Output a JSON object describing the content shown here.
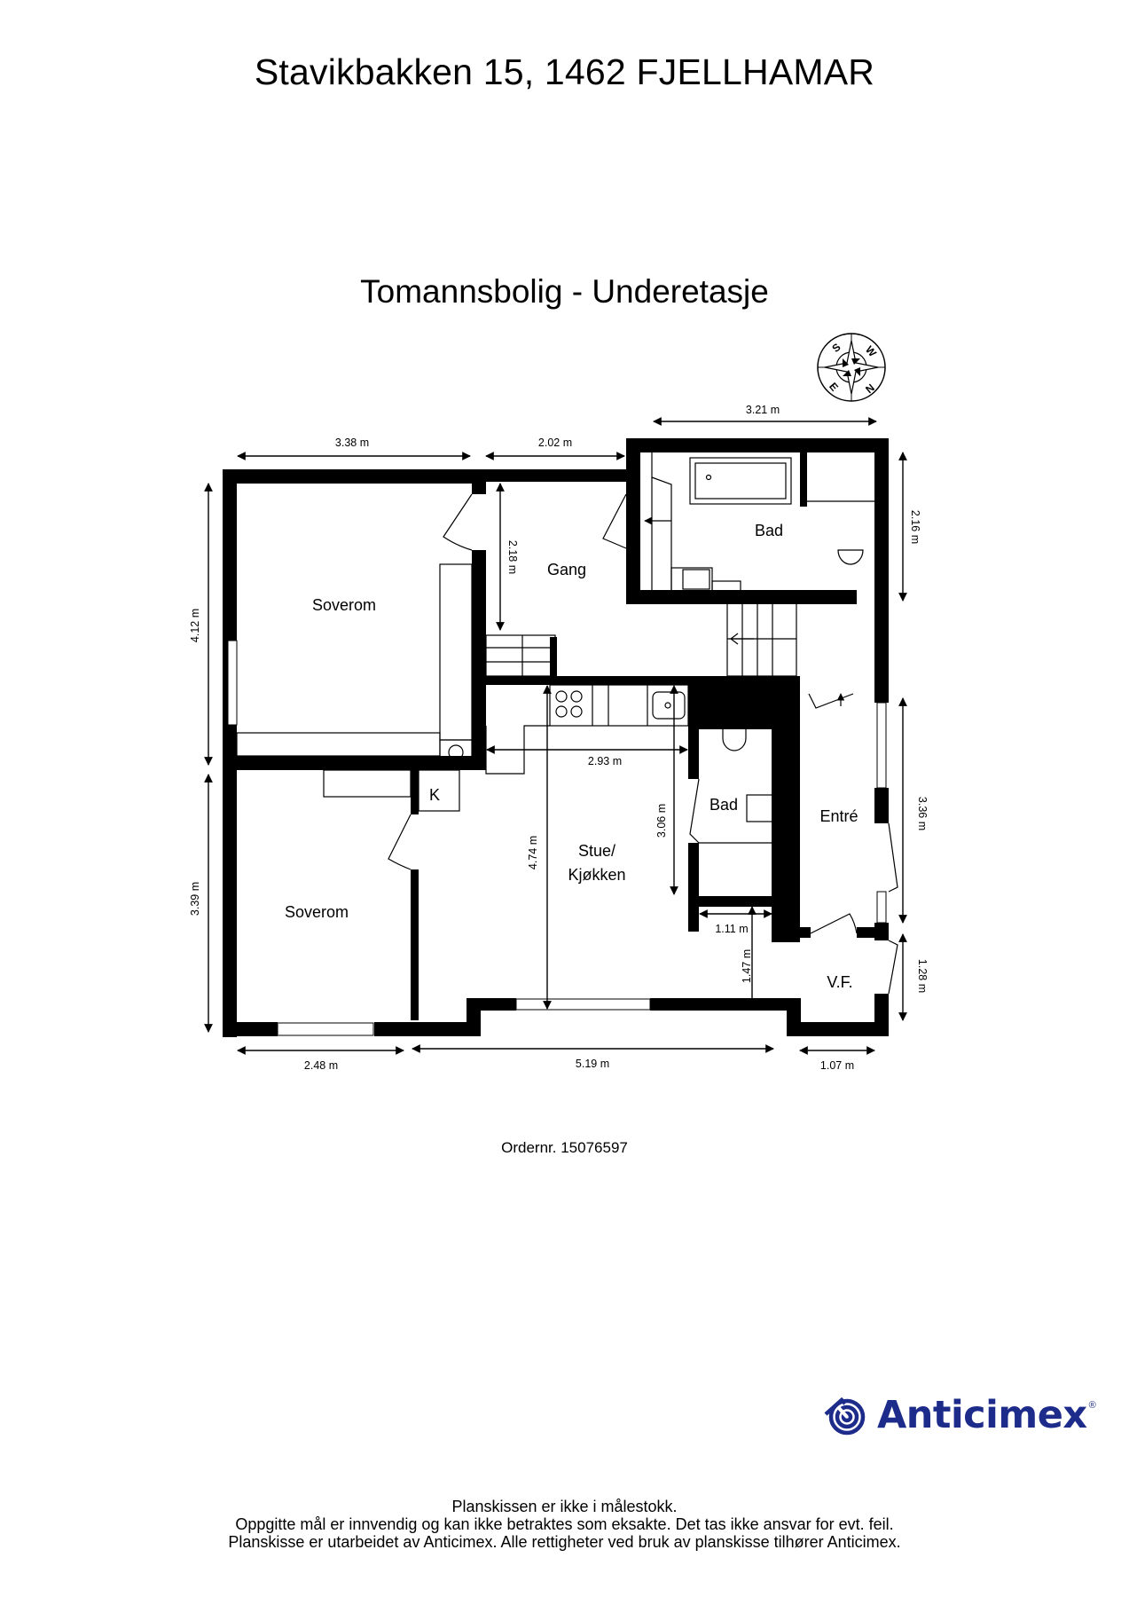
{
  "header": {
    "address": "Stavikbakken 15, 1462 FJELLHAMAR",
    "subtitle": "Tomannsbolig  - Underetasje"
  },
  "compass": {
    "icon": "compass-rose-icon",
    "labels": [
      "S",
      "W",
      "N",
      "E"
    ]
  },
  "rooms": [
    {
      "id": "soverom-1",
      "label": "Soverom"
    },
    {
      "id": "gang",
      "label": "Gang"
    },
    {
      "id": "bad-1",
      "label": "Bad"
    },
    {
      "id": "soverom-2",
      "label": "Soverom"
    },
    {
      "id": "k",
      "label": "K"
    },
    {
      "id": "stue-kjokken",
      "label_line1": "Stue/",
      "label_line2": "Kjøkken"
    },
    {
      "id": "bad-2",
      "label": "Bad"
    },
    {
      "id": "entre",
      "label": "Entré"
    },
    {
      "id": "vf",
      "label": "V.F."
    }
  ],
  "dimensions": {
    "top_soverom_width": "3.38 m",
    "top_gang_width": "2.02 m",
    "top_bad_width": "3.21 m",
    "left_soverom_height": "4.12 m",
    "left_soverom2_height": "3.39 m",
    "gang_height": "2.18 m",
    "bad_height": "2.16 m",
    "stue_width": "2.93 m",
    "stue_height": "4.74 m",
    "bad2_height": "3.06 m",
    "bad2_width": "1.11 m",
    "nook_height": "1.47 m",
    "entre_height": "3.36 m",
    "vf_height": "1.28 m",
    "bottom_soverom2_width": "2.48 m",
    "bottom_stue_width": "5.19 m",
    "bottom_vf_width": "1.07 m"
  },
  "footer": {
    "order_number": "Ordernr. 15076597",
    "brand": "Anticimex",
    "brand_mark": "®",
    "brand_color": "#1d2c8a",
    "disclaimer_lines": [
      "Planskissen er ikke i målestokk.",
      "Oppgitte mål er innvendig og kan ikke betraktes som eksakte. Det tas ikke ansvar for evt. feil.",
      "Planskisse er utarbeidet av Anticimex. Alle rettigheter ved bruk av planskisse tilhører Anticimex."
    ]
  }
}
